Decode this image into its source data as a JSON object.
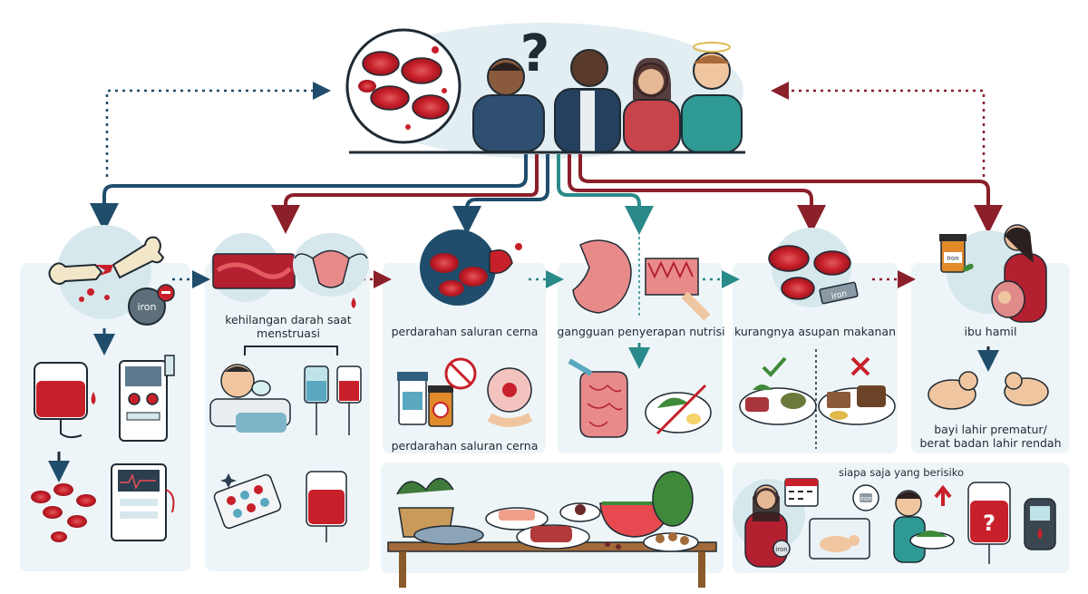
{
  "header": {
    "question_mark": "?"
  },
  "labels": {
    "iron": "iron",
    "menstruation": "kehilangan darah saat menstruasi",
    "gi_bleeding_top": "perdarahan saluran cerna",
    "gi_bleeding_bottom": "perdarahan saluran cerna",
    "absorption": "gangguan penyerapan nutrisi",
    "intake": "kurangnya asupan makanan",
    "iron_bar": "iron",
    "pregnant": "ibu hamil",
    "premature_line1": "bayi lahir prematur/",
    "premature_line2": "berat badan lahir rendah",
    "at_risk": "siapa saja yang berisiko",
    "jar_label": "Iron",
    "iron_small": "iron",
    "supplement_label": "iron",
    "blood_bag_mark": "?"
  },
  "colors": {
    "navy": "#1f4d6b",
    "maroon": "#8b1f2a",
    "teal": "#2a8a8a",
    "blood": "#c8202a",
    "panel": "#eef5f8",
    "text": "#1f2a33"
  }
}
